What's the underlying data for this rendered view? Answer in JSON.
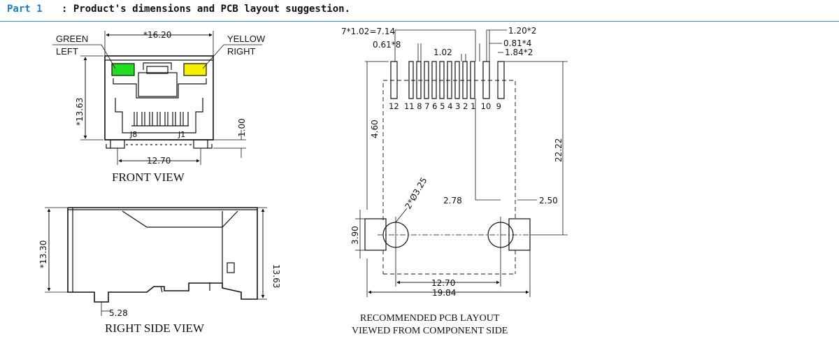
{
  "header": {
    "part": "Part 1",
    "title": ": Product's dimensions and PCB layout suggestion."
  },
  "front_view": {
    "caption": "FRONT VIEW",
    "led_left_label_1": "GREEN",
    "led_left_label_2": "LEFT",
    "led_right_label_1": "YELLOW",
    "led_right_label_2": "RIGHT",
    "led_left_color": "#22dd22",
    "led_right_color": "#f5f000",
    "dim_width": "*16.20",
    "dim_height": "*13.63",
    "dim_pin_pitch": "12.70",
    "dim_standoff": "1.00",
    "pin_label_left": "J8",
    "pin_label_right": "J1"
  },
  "side_view": {
    "caption": "RIGHT SIDE VIEW",
    "dim_height_left": "*13.30",
    "dim_height_right": "13.63",
    "dim_bottom": "5.28"
  },
  "pcb_layout": {
    "caption_1": "RECOMMENDED PCB LAYOUT",
    "caption_2": "VIEWED FROM COMPONENT SIDE",
    "dim_total_pitch": "7*1.02=7.14",
    "dim_pad_width": "0.61*8",
    "dim_pitch": "1.02",
    "dim_a": "1.20*2",
    "dim_b": "0.81*4",
    "dim_c": "1.84*2",
    "pin_numbers": "12  11 8 7 6 5 4 3 2 1  10  9",
    "dim_460": "4.60",
    "dim_2222": "22.22",
    "dim_holes": "2*Ø3.25",
    "dim_278": "2.78",
    "dim_250": "2.50",
    "dim_390": "3.90",
    "dim_1270": "12.70",
    "dim_1984": "19.84"
  }
}
